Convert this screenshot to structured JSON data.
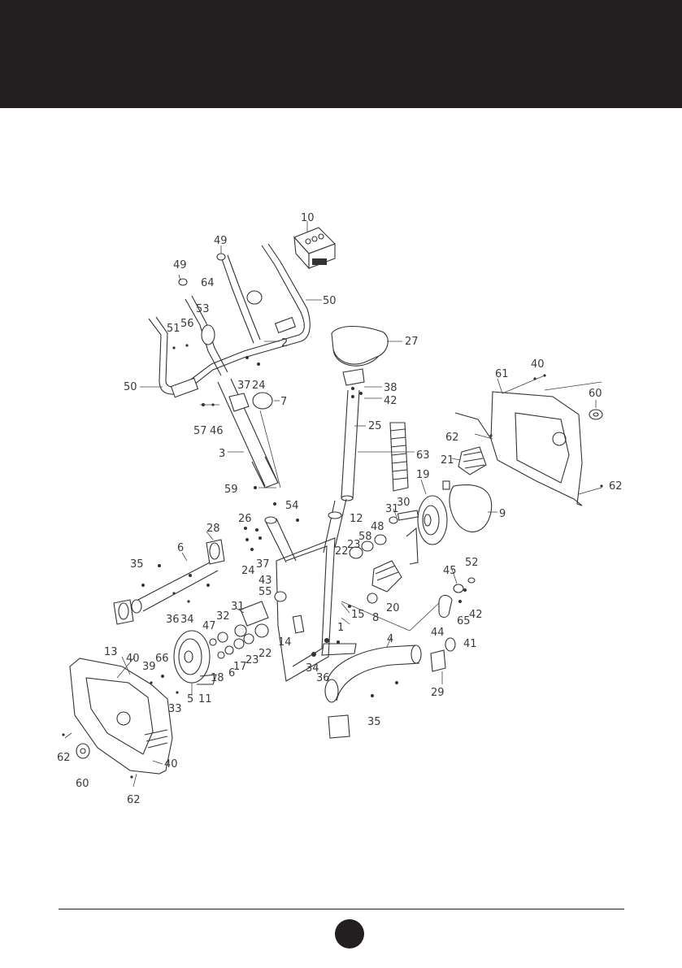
{
  "header": {
    "color": "#231f20"
  },
  "diagram": {
    "callouts": {
      "c10": "10",
      "c49a": "49",
      "c49b": "49",
      "c64": "64",
      "c53": "53",
      "c50a": "50",
      "c51": "51",
      "c56": "56",
      "c2": "2",
      "c27": "27",
      "c50b": "50",
      "c37a": "37",
      "c24a": "24",
      "c7": "7",
      "c38": "38",
      "c42a": "42",
      "c40a": "40",
      "c61": "61",
      "c60a": "60",
      "c57": "57",
      "c46": "46",
      "c25": "25",
      "c3": "3",
      "c63": "63",
      "c62a": "62",
      "c21": "21",
      "c62b": "62",
      "c19": "19",
      "c59": "59",
      "c54": "54",
      "c26": "26",
      "c12": "12",
      "c31a": "31",
      "c30": "30",
      "c9": "9",
      "c28": "28",
      "c6": "6",
      "c48": "48",
      "c58": "58",
      "c23a": "23",
      "c24b": "24",
      "c37b": "37",
      "c22a": "22",
      "c52": "52",
      "c35a": "35",
      "c45": "45",
      "c43": "43",
      "c55": "55",
      "c42b": "42",
      "c36a": "36",
      "c34a": "34",
      "c20": "20",
      "c65": "65",
      "c31b": "31",
      "c8": "8",
      "c15": "15",
      "c32": "32",
      "c47": "47",
      "c44": "44",
      "c41": "41",
      "c14": "14",
      "c1": "1",
      "c4": "4",
      "c13": "13",
      "c40b": "40",
      "c66": "66",
      "c39": "39",
      "c18": "18",
      "c6b": "6",
      "c17": "17",
      "c23b": "23",
      "c22b": "22",
      "c34b": "34",
      "c36b": "36",
      "c29": "29",
      "c33": "33",
      "c5": "5",
      "c11": "11",
      "c35b": "35",
      "c62c": "62",
      "c40c": "40",
      "c60b": "60",
      "c62d": "62"
    }
  },
  "footer": {
    "accent": "#231f20"
  }
}
